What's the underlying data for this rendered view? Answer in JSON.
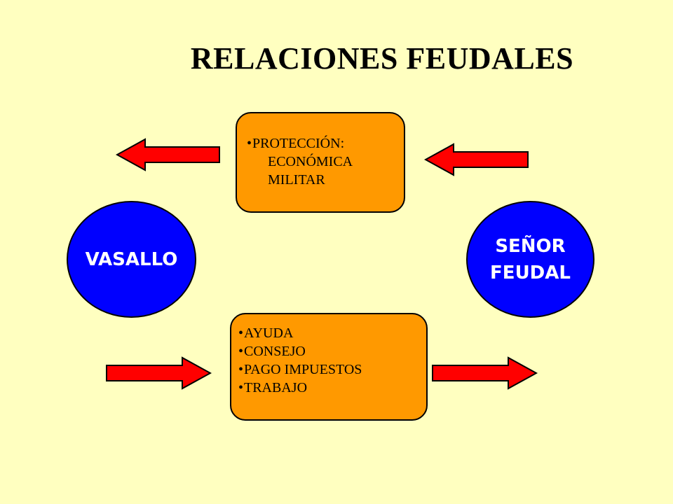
{
  "title": "RELACIONES FEUDALES",
  "top_box": {
    "items": [
      {
        "text": "PROTECCIÓN:",
        "bullet": "•"
      },
      {
        "text": "ECONÓMICA",
        "bullet": ""
      },
      {
        "text": "MILITAR",
        "bullet": ""
      }
    ]
  },
  "bottom_box": {
    "items": [
      {
        "text": "AYUDA",
        "bullet": "•"
      },
      {
        "text": "CONSEJO",
        "bullet": "•"
      },
      {
        "text": "PAGO IMPUESTOS",
        "bullet": "•"
      },
      {
        "text": "TRABAJO",
        "bullet": "•"
      }
    ]
  },
  "vasallo": {
    "label": "VASALLO"
  },
  "senor": {
    "line1": "SEÑOR",
    "line2": "FEUDAL"
  },
  "colors": {
    "background": "#ffffc0",
    "box_fill": "#ff9900",
    "circle_fill": "#0000ff",
    "arrow_fill": "#ff0000"
  }
}
